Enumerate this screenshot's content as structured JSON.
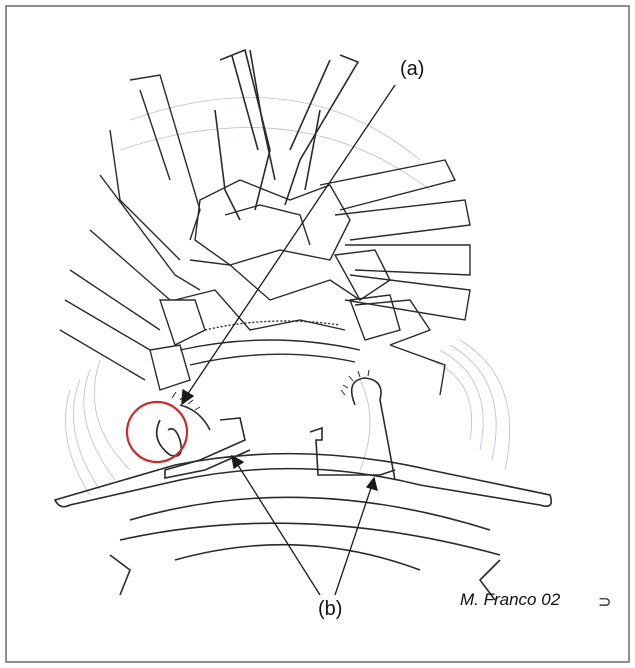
{
  "labels": {
    "a": "(a)",
    "b": "(b)"
  },
  "credit": {
    "text": "M. Franco 02",
    "mark": "⊃"
  },
  "colors": {
    "ink": "#2a2a2a",
    "faint": "#a8b2c8",
    "highlight": "#cc2b2b"
  }
}
